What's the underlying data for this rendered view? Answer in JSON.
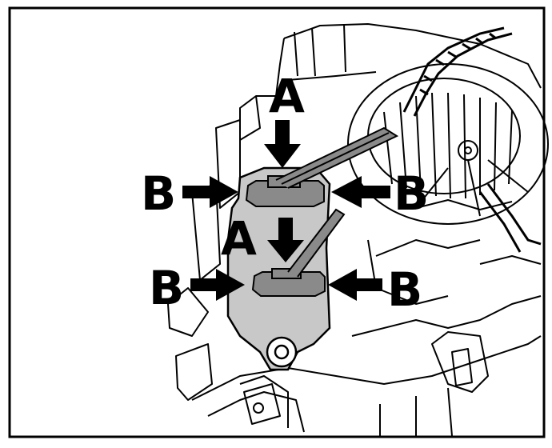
{
  "callouts": {
    "upper_a": "A",
    "lower_a": "A",
    "upper_left_b": "B",
    "upper_right_b": "B",
    "lower_left_b": "B",
    "lower_right_b": "B"
  },
  "colors": {
    "line": "#000000",
    "paper": "#ffffff",
    "highlight": "#c8c8c8",
    "connector": "#8a8a8a"
  }
}
